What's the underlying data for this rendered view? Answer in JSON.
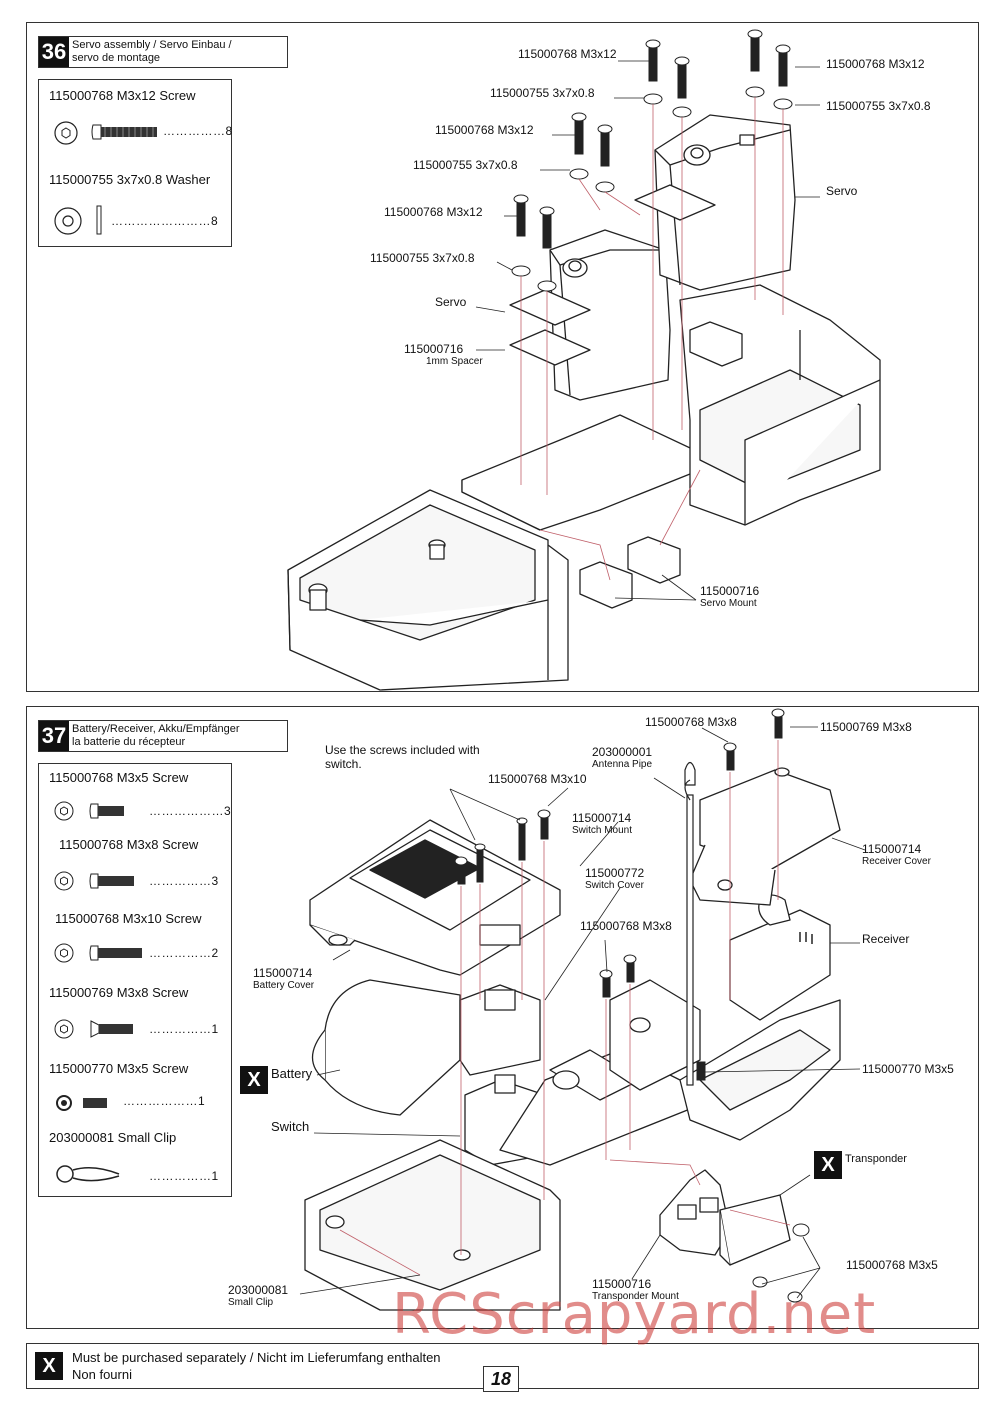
{
  "step36": {
    "number": "36",
    "title_line1": "Servo assembly / Servo Einbau /",
    "title_line2": "servo de montage",
    "parts": [
      {
        "name": "115000768  M3x12 Screw",
        "qty": "……………8",
        "icon": "button-head-screw-icon"
      },
      {
        "name": "115000755  3x7x0.8 Washer",
        "qty": "……………………8",
        "icon": "washer-icon"
      }
    ],
    "callouts": {
      "screw_a": "115000768 M3x12",
      "washer_a": "115000755 3x7x0.8",
      "screw_b": "115000768 M3x12",
      "washer_b": "115000755 3x7x0.8",
      "screw_c": "115000768 M3x12",
      "washer_c": "115000755 3x7x0.8",
      "screw_right": "115000768 M3x12",
      "washer_right": "115000755 3x7x0.8",
      "servo_right": "Servo",
      "servo_left": "Servo",
      "spacer_code": "115000716",
      "spacer_name": "1mm Spacer",
      "mount_code": "115000716",
      "mount_name": "Servo Mount"
    }
  },
  "step37": {
    "number": "37",
    "title_line1": "Battery/Receiver, Akku/Empfänger",
    "title_line2": "la batterie du récepteur",
    "parts": [
      {
        "name": "115000768  M3x5 Screw",
        "qty": "………………3",
        "icon": "button-head-screw-icon"
      },
      {
        "name": "115000768  M3x8 Screw",
        "qty": "……………3",
        "icon": "button-head-screw-icon"
      },
      {
        "name": "115000768  M3x10 Screw",
        "qty": "……………2",
        "icon": "button-head-screw-icon"
      },
      {
        "name": "115000769  M3x8 Screw",
        "qty": "……………1",
        "icon": "flat-head-screw-icon"
      },
      {
        "name": "115000770  M3x5 Screw",
        "qty": "………………1",
        "icon": "set-screw-icon"
      },
      {
        "name": "203000081  Small Clip",
        "qty": "……………1",
        "icon": "clip-icon"
      }
    ],
    "note": "Use the screws included with switch.",
    "callouts": {
      "screw_m3x10": "115000768 M3x10",
      "antenna_code": "203000001",
      "antenna_name": "Antenna Pipe",
      "screw_m3x8_top": "115000768 M3x8",
      "screw_769": "115000769 M3x8",
      "switch_mount_code": "115000714",
      "switch_mount_name": "Switch Mount",
      "switch_cover_code": "115000772",
      "switch_cover_name": "Switch Cover",
      "receiver_cover_code": "115000714",
      "receiver_cover_name": "Receiver Cover",
      "receiver": "Receiver",
      "battery_cover_code": "115000714",
      "battery_cover_name": "Battery Cover",
      "screw_m3x8_mid": "115000768 M3x8",
      "battery": "Battery",
      "switch": "Switch",
      "set_screw": "115000770 M3x5",
      "transponder": "Transponder",
      "transponder_mount_code": "115000716",
      "transponder_mount_name": "Transponder Mount",
      "screw_m3x5": "115000768 M3x5",
      "clip_code": "203000081",
      "clip_name": "Small Clip"
    }
  },
  "footer": {
    "x_mark": "X",
    "line1": "Must be purchased separately / Nicht im Lieferumfang enthalten",
    "line2": "Non fourni"
  },
  "page_number": "18",
  "watermark": "RCScrapyard.net"
}
